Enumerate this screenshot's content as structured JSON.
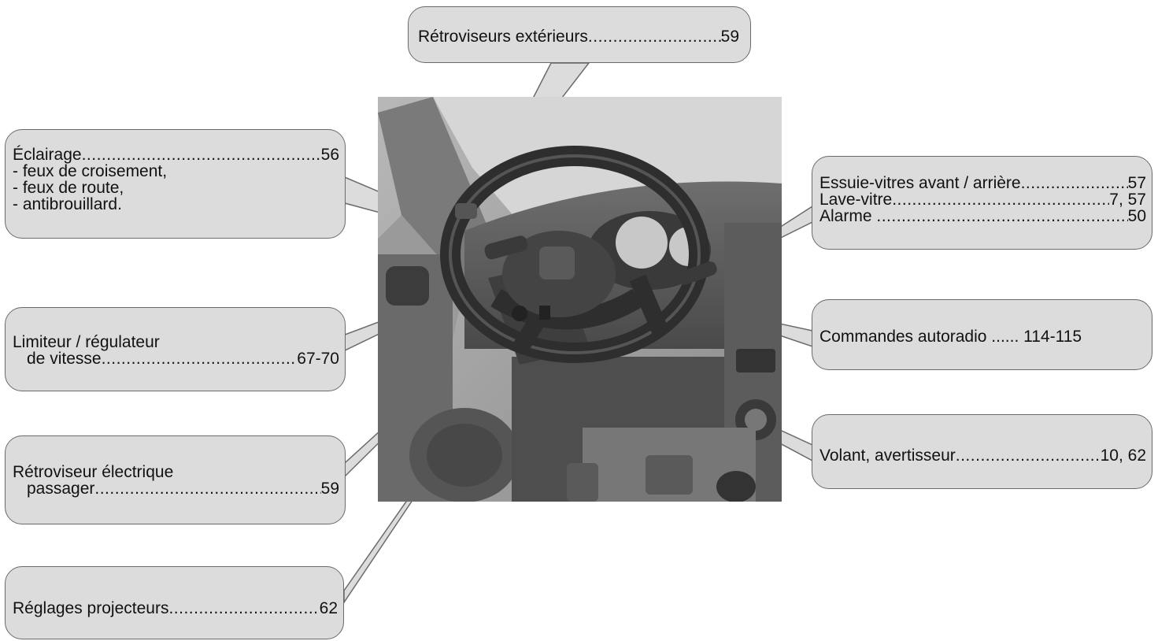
{
  "callouts": {
    "mirrors_ext": {
      "label": "Rétroviseurs extérieurs",
      "page": "59"
    },
    "lighting": {
      "label": "Éclairage",
      "page": "56",
      "items": [
        "- feux de croisement,",
        "- feux de route,",
        "- antibrouillard."
      ]
    },
    "speed": {
      "line1": "Limiteur / régulateur",
      "label": "de vitesse",
      "page": "67-70"
    },
    "mirror_elec": {
      "line1": "Rétroviseur électrique",
      "label": "passager",
      "page": "59"
    },
    "headlamp": {
      "label": "Réglages projecteurs",
      "page": "62"
    },
    "wipers": {
      "rows": [
        {
          "label": "Essuie-vitres avant / arrière",
          "page": "57"
        },
        {
          "label": "Lave-vitre",
          "page": "7, 57"
        },
        {
          "label": "Alarme ",
          "page": "50"
        }
      ]
    },
    "radio": {
      "label": "Commandes autoradio ...... 114-115"
    },
    "wheel": {
      "label": "Volant, avertisseur",
      "page": "10, 62"
    }
  },
  "colors": {
    "callout_bg": "#dcdcdc",
    "callout_border": "#6a6a6a"
  }
}
